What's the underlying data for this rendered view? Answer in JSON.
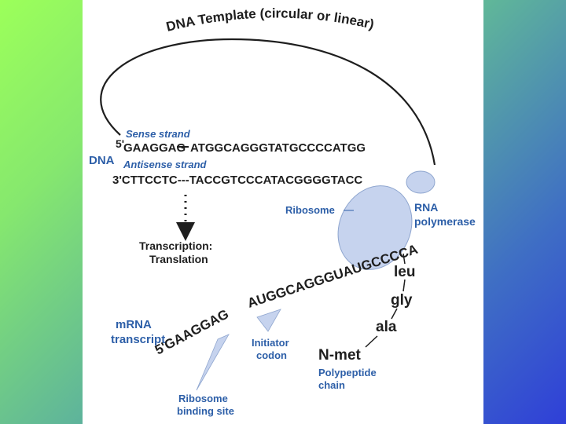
{
  "title": "DNA Template (circular or linear)",
  "dna_label": "DNA",
  "sense_strand_label": "Sense strand",
  "antisense_strand_label": "Antisense strand",
  "sense_prime": "5'",
  "sense_seq_left": "GAAGGAG",
  "sense_seq_right": "ATGGCAGGGTATGCCCCATGG",
  "antisense_seq": "3'CTTCCTC---TACCGTCCCATACGGGGTACC",
  "transcription_line1": "Transcription:",
  "transcription_line2": "Translation",
  "ribosome_label": "Ribosome",
  "rna_polymerase_line1": "RNA",
  "rna_polymerase_line2": "polymerase",
  "mrna_seq_left": "5'GAAGGAG",
  "mrna_seq_mid": "AUGGCAGGGUAUGCCCCA",
  "amino_acids": [
    "leu",
    "gly",
    "ala",
    "N-met"
  ],
  "mrna_label_line1": "mRNA",
  "mrna_label_line2": "transcript",
  "initiator_line1": "Initiator",
  "initiator_line2": "codon",
  "rbs_line1": "Ribosome",
  "rbs_line2": "binding site",
  "polypeptide_line1": "Polypeptide",
  "polypeptide_line2": "chain",
  "colors": {
    "label_blue": "#2d5fa8",
    "text_dark": "#1e1e1e",
    "ribosome_fill": "#c6d3ee"
  }
}
